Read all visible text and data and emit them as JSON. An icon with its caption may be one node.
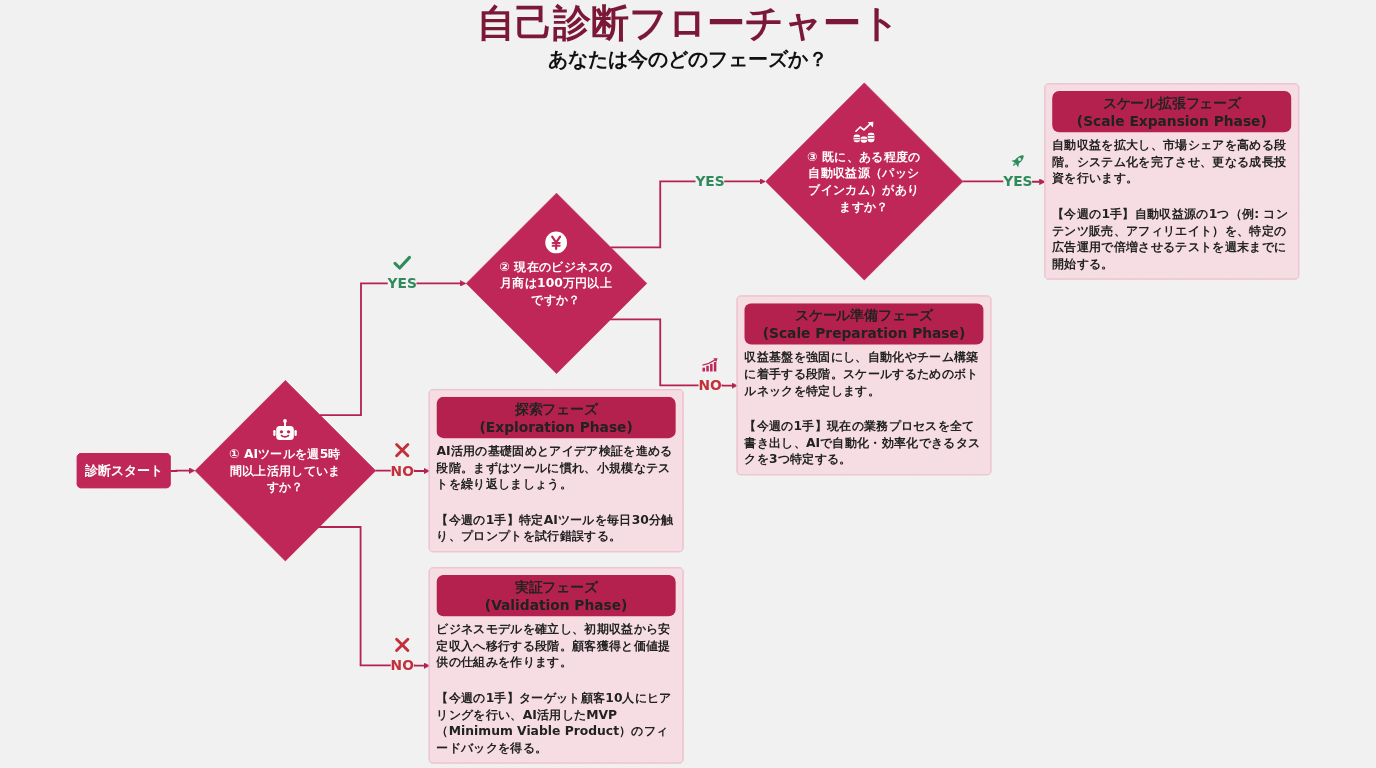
{
  "diagram": {
    "title": "自己診断フローチャート",
    "nodes": [
      {
        "text": [
          "診断スタート"
        ]
      },
      {
        "text": [
          "① AIツールを週5時間以上活用していますか？"
        ]
      },
      {
        "text": [
          "② 現在のビジネスの月商は100万円以上ですか？"
        ]
      },
      {
        "text": [
          "③ 既に、ある程度の自動収益源（パッシブインカム）がありますか？"
        ]
      },
      {
        "text": [
          "探索フェーズ",
          "(Exploration Phase)",
          "AI活用の基礎固めとアイデア検証を進める段階。まずはツールに慣れ、小規模なテストを繰り返しましょう。",
          "【今週の1手】特定AIツールを毎日30分触り、プロンプトを試行錯誤する。"
        ]
      },
      {
        "text": [
          "実証フェーズ",
          "(Validation Phase)",
          "ビジネスモデルを確立し、初期収益から安定収入へ移行する段階。顧客獲得と価値提供の仕組みを作ります。",
          "【今週の1手】ターゲット顧客10人にヒアリングを行い、AI活用したMVP（Minimum Viable Product）のフィードバックを得る。"
        ]
      },
      {
        "text": [
          "スケール準備フェーズ",
          "(Scale Preparation Phase)",
          "収益基盤を強固にし、自動化やチーム構築に着手する段階。スケールするためのボトルネックを特定します。",
          "【今週の1手】現在の業務プロセスを全て書き出し、AIで自動化・効率化できるタスクを3つ特定する。"
        ]
      },
      {
        "text": [
          "スケール拡張フェーズ",
          "(Scale Expansion Phase)",
          "自動収益を拡大し、市場シェアを高める段階。システム化を完了させ、更なる成長投資を行います。",
          "【今週の1手】自動収益源の1つ（例: コンテンツ販売、アフィリエイト）を、特定の広告運用で倍増させるテストを週末までに開始する。"
        ]
      }
    ],
    "edges": [
      {
        "from": 0,
        "to": 1,
        "arrow": "to"
      },
      {
        "from": 1,
        "to": 2,
        "arrow": "to",
        "label": "YES"
      },
      {
        "from": 1,
        "to": 4,
        "arrow": "to",
        "label": "NO"
      },
      {
        "from": 1,
        "to": 5,
        "arrow": "to",
        "label": "NO"
      },
      {
        "from": 2,
        "to": 3,
        "arrow": "to",
        "label": "YES"
      },
      {
        "from": 2,
        "to": 6,
        "arrow": "to",
        "label": "NO"
      },
      {
        "from": 3,
        "to": 7,
        "arrow": "to",
        "label": "YES"
      }
    ],
    "labels": [
      "あなたは今のどのフェーズか？"
    ]
  }
}
